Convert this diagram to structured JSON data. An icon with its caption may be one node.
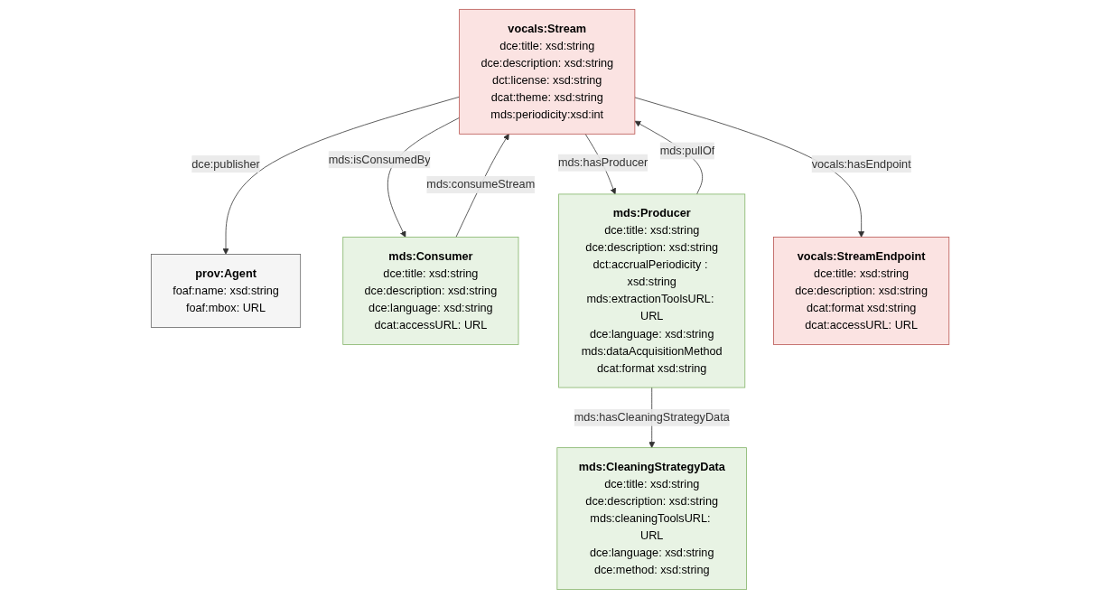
{
  "diagram": {
    "nodes": [
      {
        "text": [
          "prov:Agent",
          "foaf:name: xsd:string",
          "foaf:mbox: URL"
        ]
      },
      {
        "text": [
          "vocals:Stream",
          "dce:title: xsd:string",
          "dce:description: xsd:string",
          "dct:license: xsd:string",
          "dcat:theme: xsd:string",
          "mds:periodicity:xsd:int"
        ]
      },
      {
        "text": [
          "mds:Consumer",
          "dce:title: xsd:string",
          "dce:description: xsd:string",
          "dce:language: xsd:string",
          "dcat:accessURL: URL"
        ]
      },
      {
        "text": [
          "mds:CleaningStrategyData",
          "dce:title: xsd:string",
          "dce:description: xsd:string",
          "mds:cleaningToolsURL: URL",
          "dce:language: xsd:string",
          "dce:method: xsd:string"
        ]
      },
      {
        "text": [
          "mds:Producer",
          "dce:title: xsd:string",
          "dce:description: xsd:string",
          "dct:accrualPeriodicity : xsd:string",
          "mds:extractionToolsURL: URL",
          "dce:language: xsd:string",
          "mds:dataAcquisitionMethod",
          "dcat:format xsd:string"
        ]
      },
      {
        "text": [
          "vocals:StreamEndpoint",
          "dce:title: xsd:string",
          "dce:description: xsd:string",
          "dcat:format xsd:string",
          "dcat:accessURL: URL"
        ]
      }
    ],
    "edges": [
      {
        "from": 1,
        "to": 0,
        "arrow": "to",
        "label": "dce:publisher"
      },
      {
        "from": 4,
        "to": 1,
        "arrow": "to",
        "label": "mds:pullOf"
      },
      {
        "from": 1,
        "to": 4,
        "arrow": "to",
        "label": "mds:hasProducer"
      },
      {
        "from": 1,
        "to": 2,
        "arrow": "to",
        "label": "mds:isConsumedBy"
      },
      {
        "from": 2,
        "to": 1,
        "arrow": "to",
        "label": "mds:consumeStream"
      },
      {
        "from": 1,
        "to": 5,
        "arrow": "to",
        "label": "vocals:hasEndpoint"
      },
      {
        "from": 4,
        "to": 3,
        "arrow": "to",
        "label": "mds:hasCleaningStrategyData"
      }
    ]
  }
}
